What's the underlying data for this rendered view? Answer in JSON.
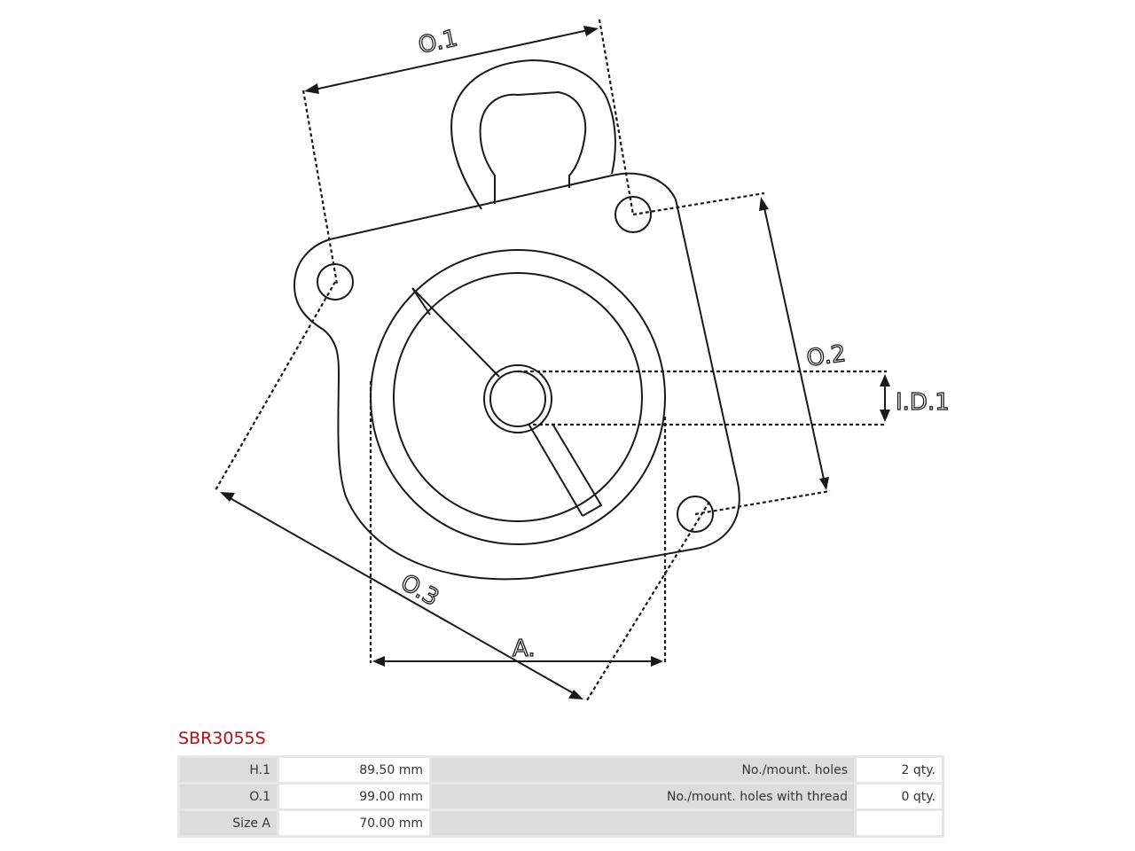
{
  "product": {
    "code": "SBR3055S",
    "accent_color": "#a8151b"
  },
  "diagram": {
    "labels": {
      "o1": "O.1",
      "o2": "O.2",
      "o3": "O.3",
      "id1": "I.D.1",
      "a": "A."
    }
  },
  "specs": {
    "rows": [
      {
        "label": "H.1",
        "value": "89.50 mm",
        "label2": "No./mount. holes",
        "value2": "2 qty."
      },
      {
        "label": "O.1",
        "value": "99.00 mm",
        "label2": "No./mount. holes with thread",
        "value2": "0 qty."
      },
      {
        "label": "Size A",
        "value": "70.00 mm",
        "label2": "",
        "value2": ""
      }
    ]
  }
}
